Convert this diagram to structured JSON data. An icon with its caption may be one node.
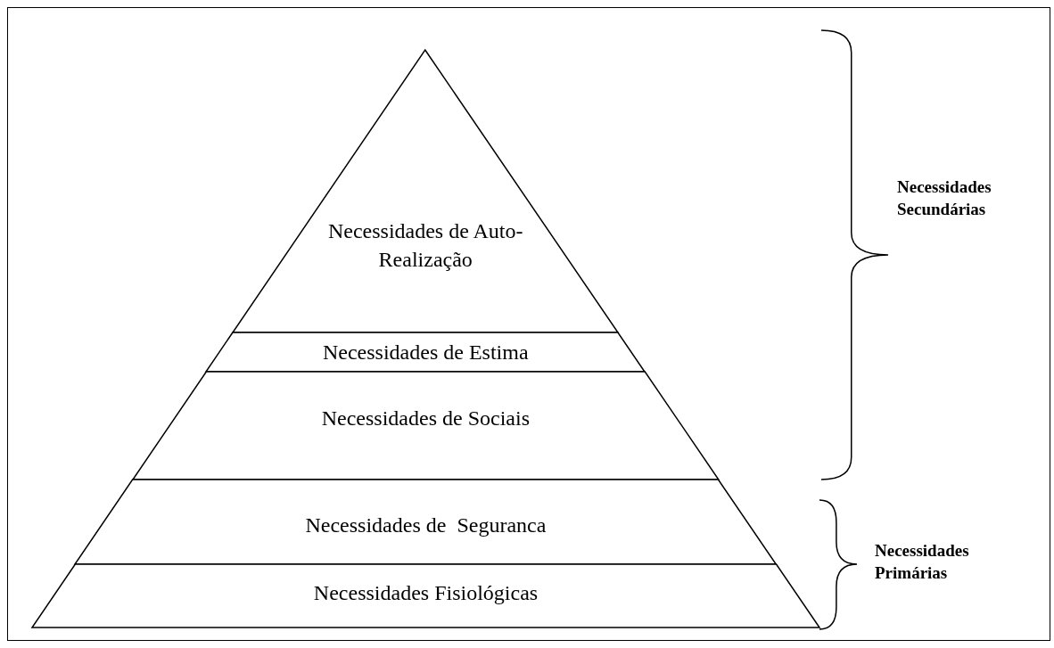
{
  "diagram": {
    "nodes": [
      {
        "text": [
          "Necessidades de Auto-Realização"
        ]
      },
      {
        "text": [
          "Necessidades de Estima"
        ]
      },
      {
        "text": [
          "Necessidades de Sociais"
        ]
      },
      {
        "text": [
          "Necessidades de  Seguranca"
        ]
      },
      {
        "text": [
          "Necessidades Fisiológicas"
        ]
      }
    ],
    "edges": [],
    "labels": [
      "Necessidades Secundárias",
      "Necessidades Primárias"
    ]
  }
}
